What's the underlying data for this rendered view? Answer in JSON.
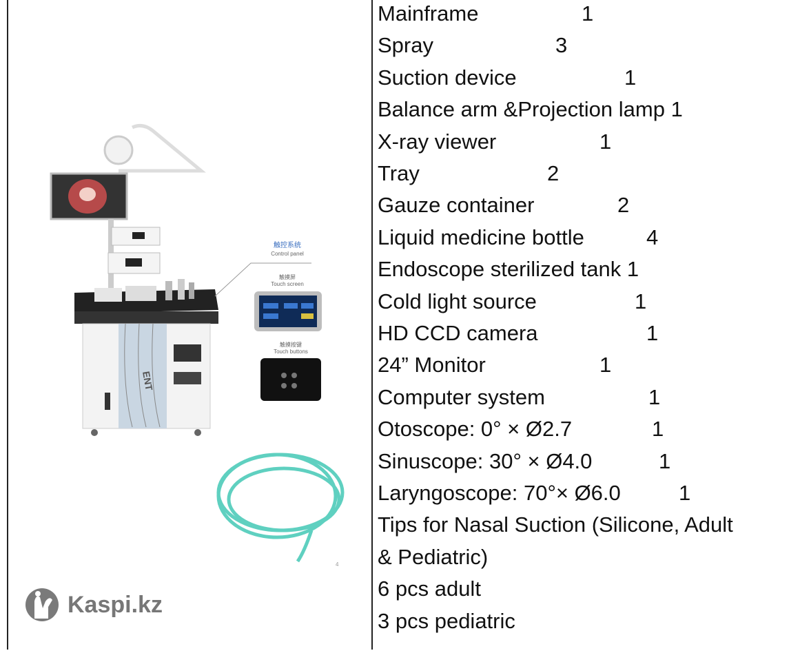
{
  "product_image": {
    "control_panel_cn": "触控系统",
    "control_panel": "Control panel",
    "touch_screen_cn": "触摸屏",
    "touch_screen": "Touch screen",
    "touch_buttons_cn": "触摸按键",
    "touch_buttons": "Touch buttons",
    "cabinet_brand": "ENT",
    "page_number": "4"
  },
  "watermark": {
    "text": "Kaspi.kz"
  },
  "spec_list": [
    {
      "item": "Mainframe",
      "qty": "1"
    },
    {
      "item": "Spray",
      "qty": "3"
    },
    {
      "item": "Suction device",
      "qty": "1"
    },
    {
      "item": "Balance arm &Projection lamp 1",
      "qty": ""
    },
    {
      "item": "X-ray viewer",
      "qty": "1"
    },
    {
      "item": "Tray",
      "qty": "2"
    },
    {
      "item": "Gauze container",
      "qty": "2"
    },
    {
      "item": "Liquid medicine bottle",
      "qty": "4"
    },
    {
      "item": "Endoscope sterilized tank 1",
      "qty": ""
    },
    {
      "item": "Cold light source",
      "qty": "1"
    },
    {
      "item": "HD CCD camera",
      "qty": "1"
    },
    {
      "item": "24” Monitor",
      "qty": "1"
    },
    {
      "item": "Computer system",
      "qty": "1"
    },
    {
      "item": "Otoscope: 0° × Ø2.7",
      "qty": "1"
    },
    {
      "item": "Sinuscope: 30° × Ø4.0",
      "qty": "1"
    },
    {
      "item": "Laryngoscope: 70°× Ø6.0",
      "qty": "1"
    },
    {
      "item": "Tips for Nasal Suction (Silicone, Adult",
      "qty": ""
    },
    {
      "item": "& Pediatric)",
      "qty": ""
    },
    {
      "item": "6 pcs adult",
      "qty": ""
    },
    {
      "item": "3 pcs pediatric",
      "qty": ""
    }
  ]
}
